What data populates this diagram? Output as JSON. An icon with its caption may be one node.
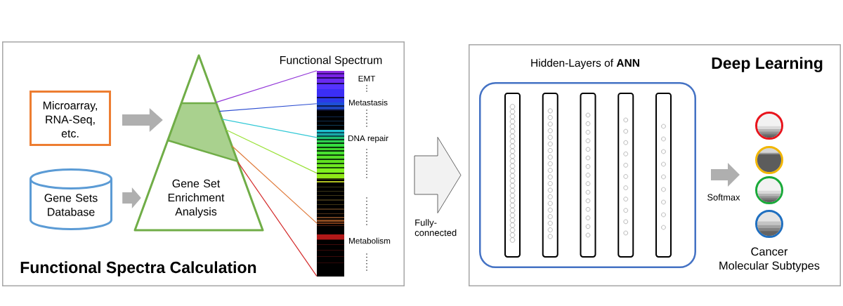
{
  "diagram": {
    "nodes": [
      {
        "text": [
          "Functional Spectra Calculation"
        ]
      },
      {
        "text": [
          "Microarray, RNA-Seq, etc."
        ],
        "in": 0
      },
      {
        "text": [
          "Gene Sets Database"
        ],
        "in": 0
      },
      {
        "text": [
          "Gene Set Enrichment Analysis"
        ],
        "in": 0
      },
      {
        "text": [
          "Functional Spectrum"
        ],
        "beside": [
          "EMT",
          "Metastasis",
          "DNA repair",
          "Metabolism"
        ],
        "in": 0
      },
      {
        "text": [
          "Deep Learning"
        ]
      },
      {
        "text": [
          "Hidden-Layers of **ANN**"
        ],
        "in": 5
      },
      {
        "text": [],
        "shape": "box",
        "in": 6
      },
      {
        "text": [],
        "shape": "box",
        "in": 6
      },
      {
        "text": [],
        "shape": "box",
        "in": 6
      },
      {
        "text": [],
        "shape": "box",
        "in": 6
      },
      {
        "text": [],
        "shape": "box",
        "in": 6
      },
      {
        "text": [],
        "shape": "circle",
        "in": 5
      },
      {
        "text": [],
        "shape": "circle",
        "in": 5
      },
      {
        "text": [],
        "shape": "circle",
        "in": 5
      },
      {
        "text": [],
        "shape": "circle",
        "in": 5
      }
    ],
    "edges": [
      {
        "from": 1,
        "to": 3,
        "arrow": "to",
        "style": "thick"
      },
      {
        "from": 2,
        "to": 3,
        "arrow": "to",
        "style": "thick"
      },
      {
        "from": 3,
        "to": 4,
        "arrow": "none",
        "color": "#9236d8"
      },
      {
        "from": 3,
        "to": 4,
        "arrow": "none",
        "color": "#2e4fd1"
      },
      {
        "from": 3,
        "to": 4,
        "arrow": "none",
        "color": "#33c9d6"
      },
      {
        "from": 3,
        "to": 4,
        "arrow": "none",
        "color": "#9be23a"
      },
      {
        "from": 3,
        "to": 4,
        "arrow": "none",
        "color": "#e07a3a"
      },
      {
        "from": 3,
        "to": 4,
        "arrow": "none",
        "color": "#d42a2a"
      },
      {
        "from": 0,
        "to": 5,
        "arrow": "to",
        "label": "Fully- connected",
        "style": "thick",
        "color": "#f2f2f2"
      },
      {
        "from": 6,
        "to": null,
        "arrow": "to",
        "label": "Softmax",
        "style": "thick"
      }
    ],
    "labels": [
      "Cancer Molecular Subtypes"
    ]
  }
}
